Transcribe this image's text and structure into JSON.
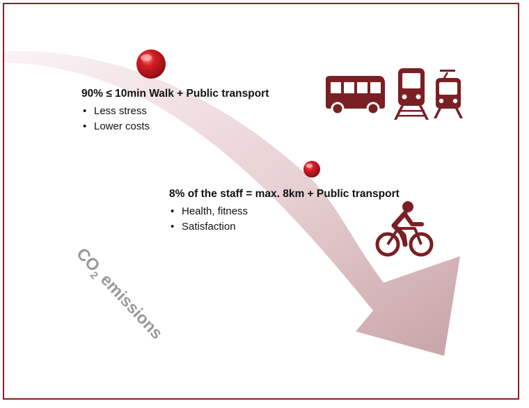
{
  "colors": {
    "frame": "#8a1c22",
    "icon": "#7a1f24",
    "arrow_light": "#f3e3e4",
    "arrow_dark": "#c9a3a6",
    "dot": "#c8161e",
    "label_gray": "#9a9a9a"
  },
  "point_1": {
    "heading": "90% ≤ 10min Walk + Public transport",
    "bullets": [
      "Less stress",
      "Lower costs"
    ]
  },
  "point_2": {
    "heading": "8% of the staff = max. 8km + Public transport",
    "bullets": [
      "Health, fitness",
      "Satisfaction"
    ]
  },
  "arrow_label": {
    "main": "CO",
    "subscript": "2",
    "rest": " emissions"
  },
  "icons": [
    "bus-icon",
    "train-icon",
    "tram-icon",
    "bicycle-icon"
  ]
}
